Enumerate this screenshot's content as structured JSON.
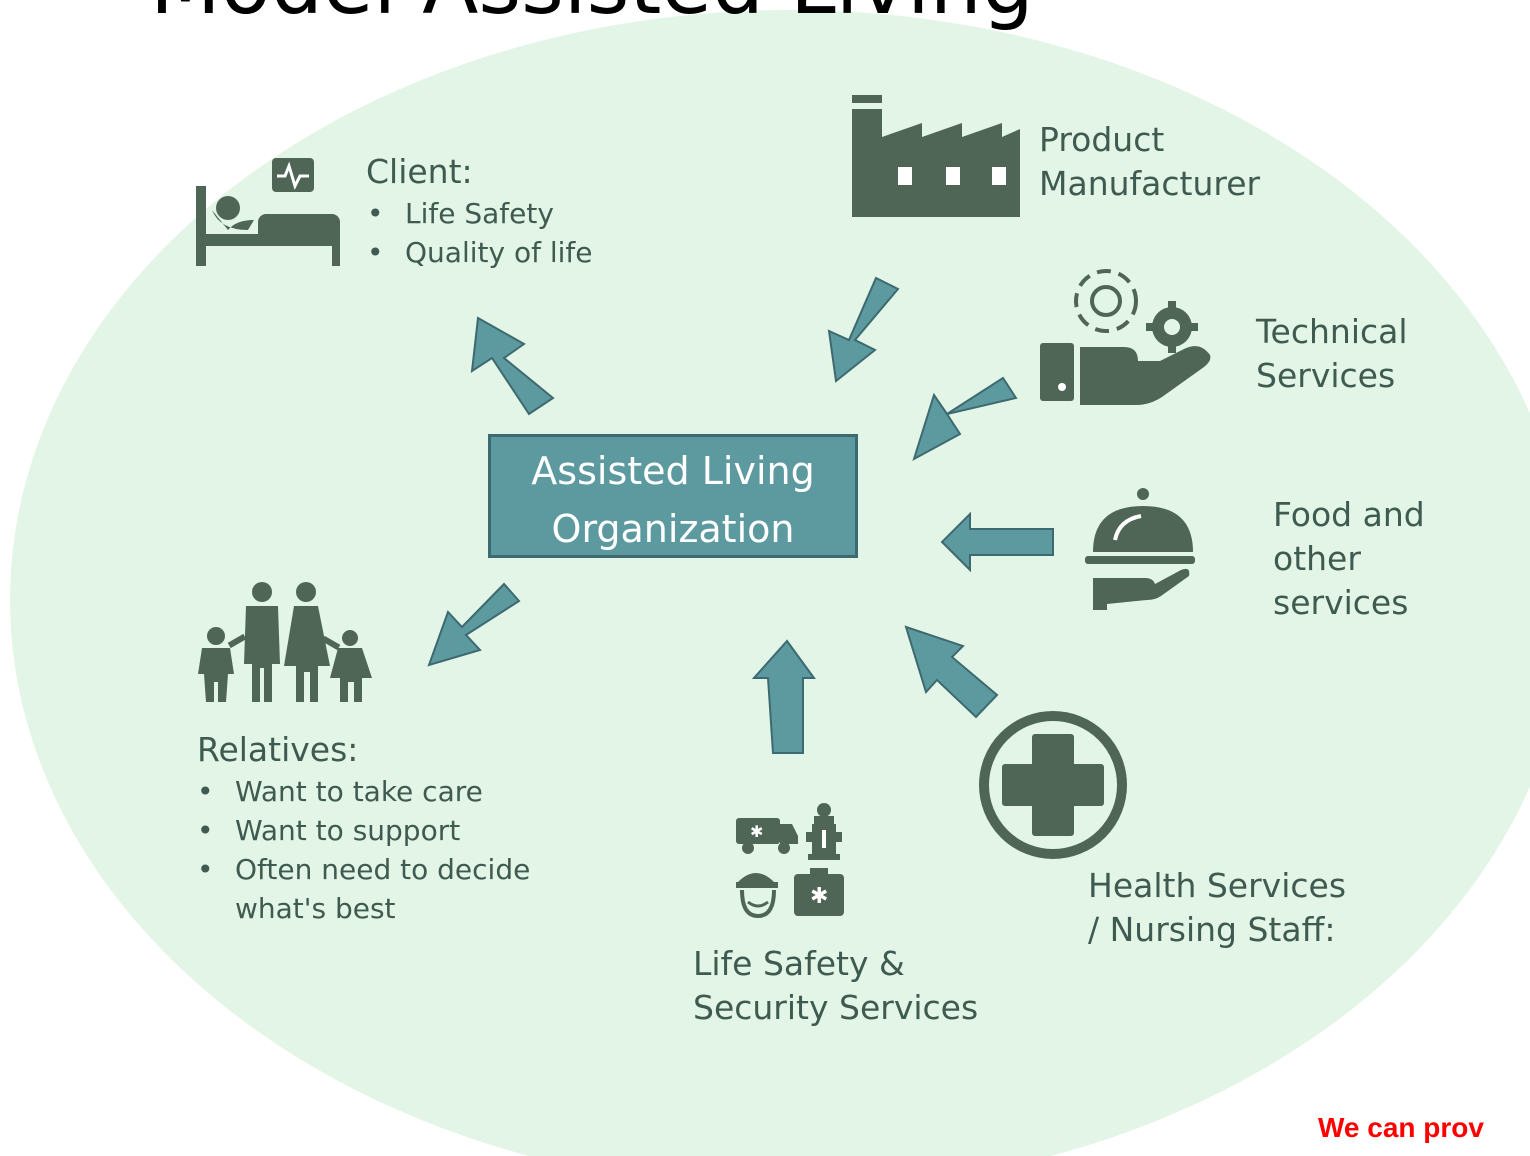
{
  "title": "Model Assisted Living",
  "center": {
    "line1": "Assisted Living",
    "line2": "Organization"
  },
  "client": {
    "heading": "Client:",
    "items": [
      "Life Safety",
      "Quality of life"
    ]
  },
  "relatives": {
    "heading": "Relatives:",
    "items": [
      "Want to take care",
      "Want to support",
      "Often need to decide what's best"
    ]
  },
  "manufacturer": {
    "line1": "Product",
    "line2": "Manufacturer"
  },
  "technical": {
    "line1": "Technical",
    "line2": "Services"
  },
  "food": {
    "line1": "Food and",
    "line2": "other",
    "line3": "services"
  },
  "health": {
    "line1": "Health Services",
    "line2": "/ Nursing Staff:"
  },
  "lifesafety": {
    "line1": "Life Safety &",
    "line2": "Security Services"
  },
  "note": "We can prov",
  "colors": {
    "background": "#e3f5e6",
    "icon": "#4f6657",
    "arrow": "#5c9aa0",
    "box": "#5c9aa0"
  }
}
